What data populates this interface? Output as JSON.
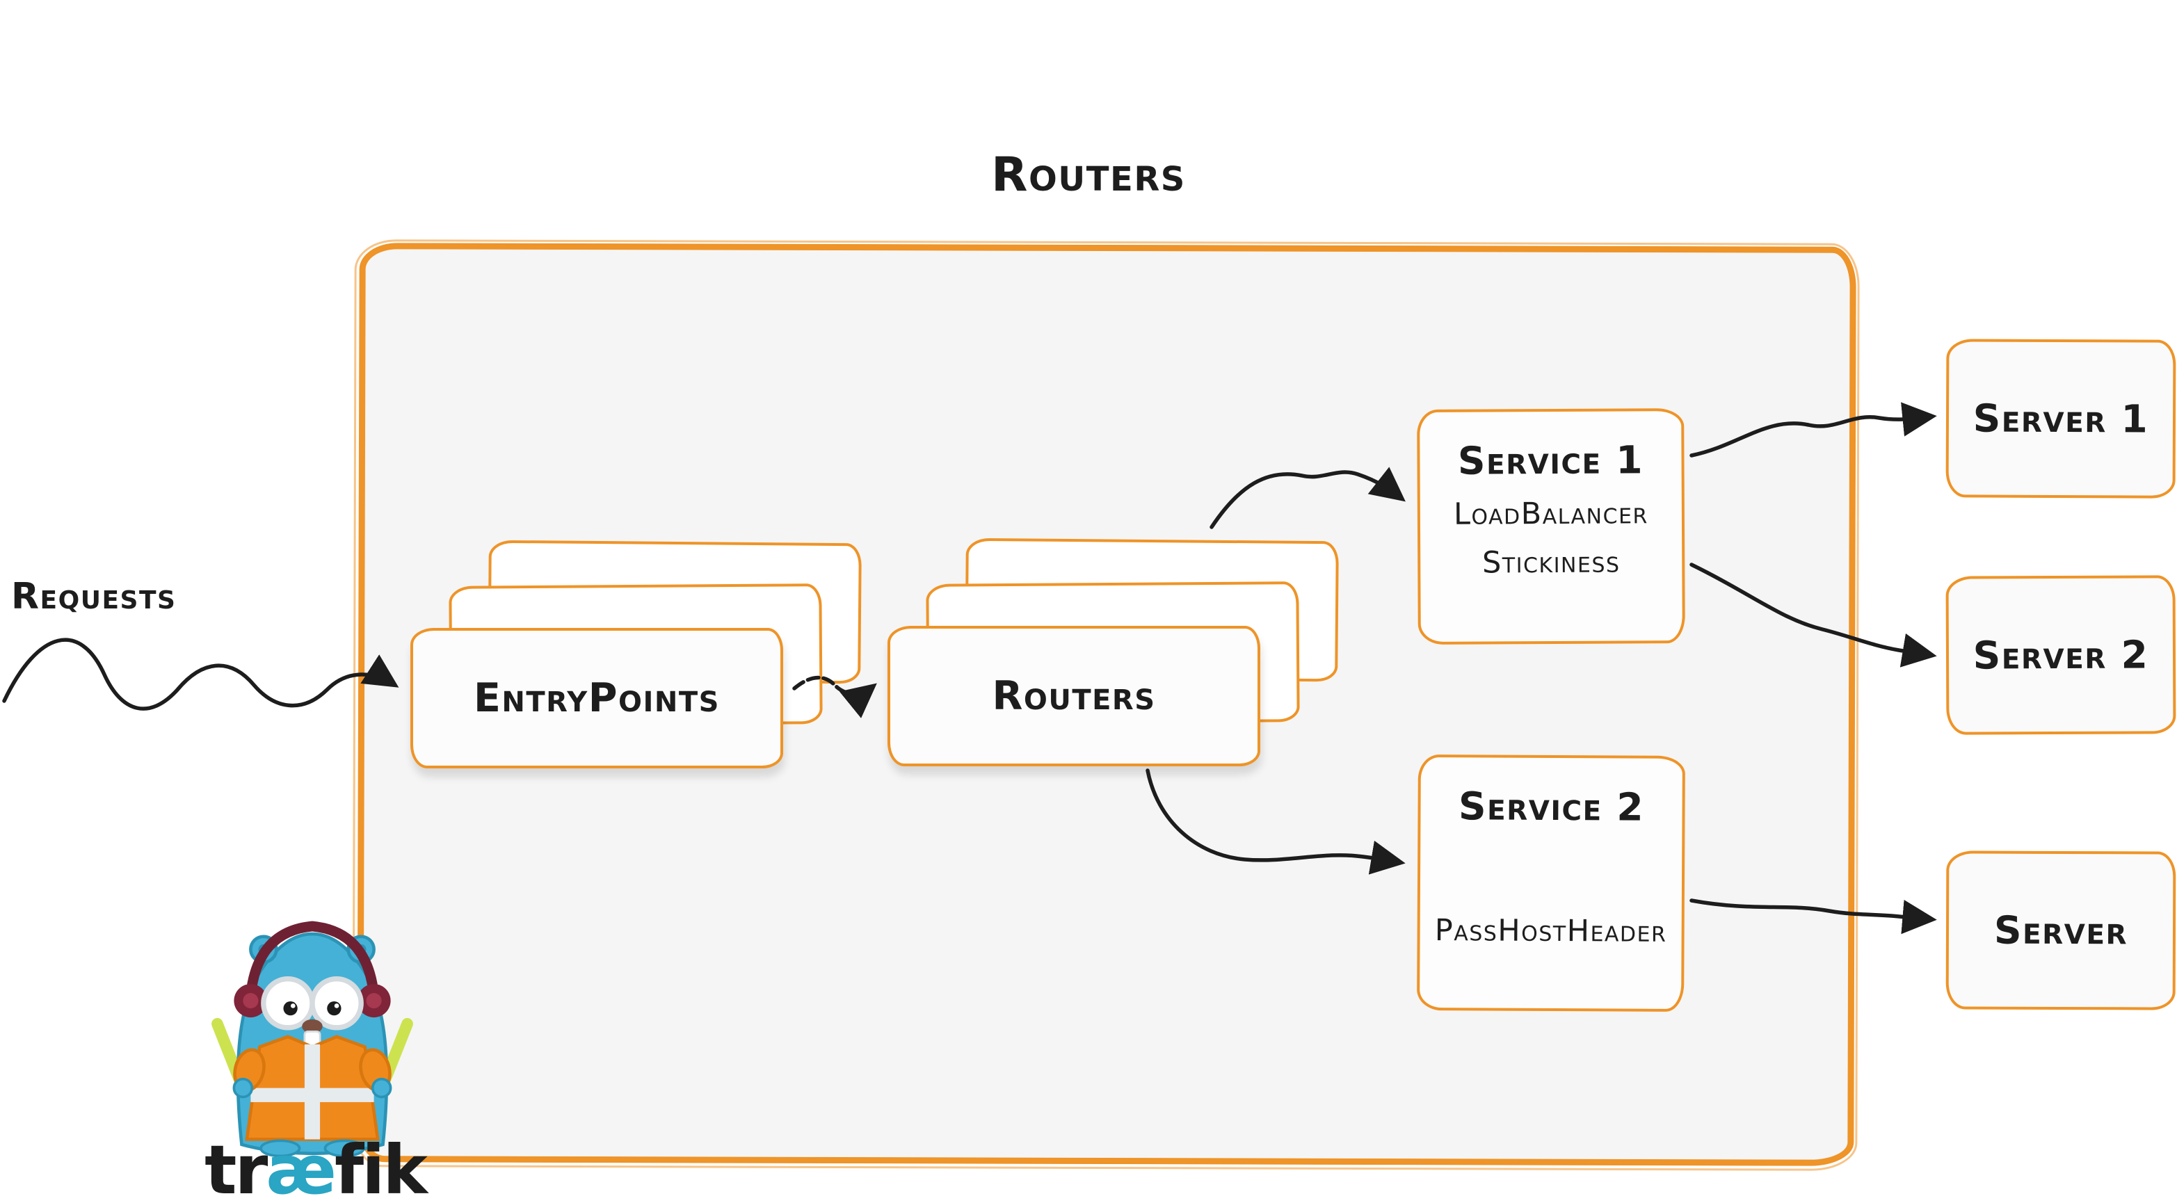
{
  "title": "Routers",
  "requests_label": "Requests",
  "boundary": {
    "entrypoints": {
      "label": "EntryPoints"
    },
    "routers": {
      "label": "Routers"
    },
    "service1": {
      "title": "Service 1",
      "features": [
        "LoadBalancer",
        "Stickiness"
      ]
    },
    "service2": {
      "title": "Service 2",
      "features": [
        "PassHostHeader"
      ]
    }
  },
  "servers": [
    {
      "label": "Server 1"
    },
    {
      "label": "Server 2"
    },
    {
      "label": "Server"
    }
  ],
  "logo": {
    "prefix": "tr",
    "ae": "æ",
    "suffix": "fik"
  },
  "colors": {
    "orange": "#ee9428",
    "arrow": "#1d1d1d",
    "logo_teal": "#2aa5c4",
    "boundary_fill": "#f5f5f5"
  },
  "icons": {
    "mascot": "traefik-gopher-mascot"
  }
}
